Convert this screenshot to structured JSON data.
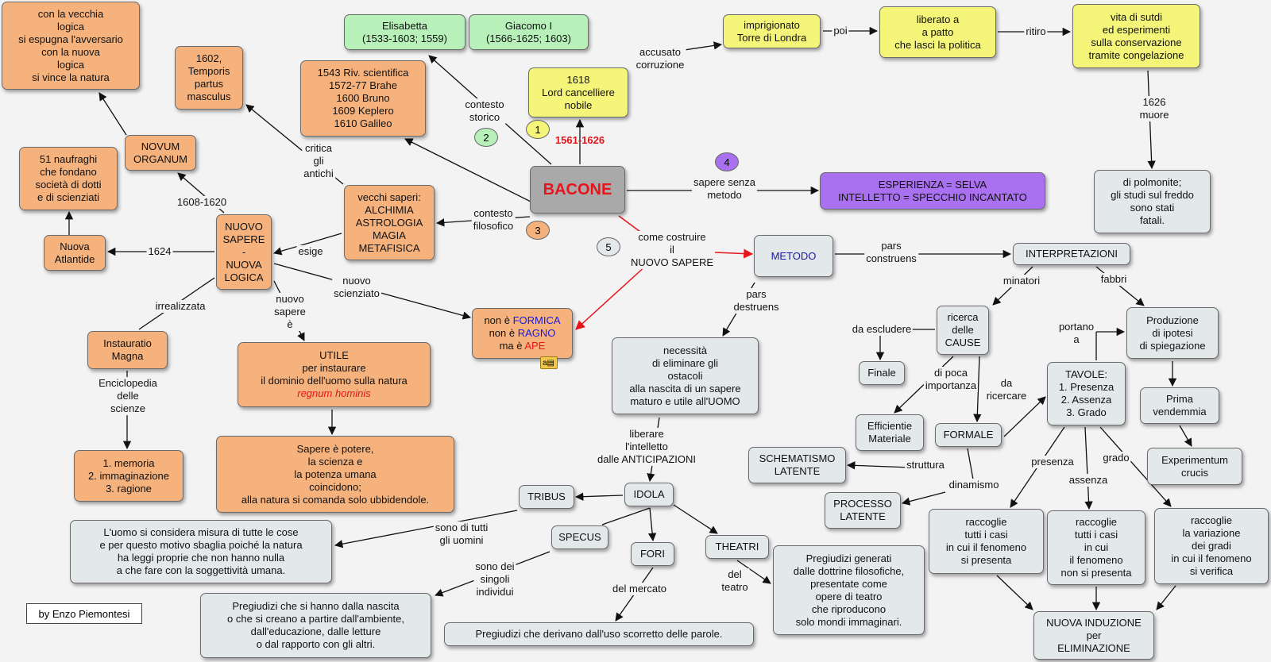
{
  "nodes": {
    "bacone": "BACONE",
    "elisabetta": "Elisabetta\n(1533-1603; 1559)",
    "giacomo": "Giacomo I\n(1566-1625; 1603)",
    "lord": "1618\nLord cancelliere\nnobile",
    "imprigionato": "imprigionato\nTorre di Londra",
    "liberato": "liberato a\na patto\nche lasci la politica",
    "vita": "vita di sutdi\ned esperimenti\nsulla conservazione\ntramite congelazione",
    "polmonite": "di polmonite;\ngli studi sul freddo\nsono stati\nfatali.",
    "esperienza": "ESPERIENZA = SELVA\nINTELLETTO = SPECCHIO INCANTATO",
    "vecchia_logica": "con la vecchia\nlogica\nsi espugna l'avversario\ncon la nuova\nlogica\nsi vince la natura",
    "temporis": "1602,\nTemporis\npartus\nmasculus",
    "riv_scientifica": "1543 Riv. scientifica\n1572-77 Brahe\n1600 Bruno\n1609 Keplero\n1610 Galileo",
    "novum": "NOVUM\nORGANUM",
    "naufraghi": "51 naufraghi\nche fondano\nsocietà di dotti\ne di scienziati",
    "atlantide": "Nuova\nAtlantide",
    "nuovo_sapere": "NUOVO\nSAPERE\n-\nNUOVA\nLOGICA",
    "vecchi_saperi": "vecchi saperi:\nALCHIMIA\nASTROLOGIA\nMAGIA\nMETAFISICA",
    "instauratio": "Instauratio\nMagna",
    "memoria": "1. memoria\n2. immaginazione\n3. ragione",
    "utile_a": "UTILE\nper instaurare\nil dominio dell'uomo sulla natura",
    "utile_b": "regnum hominis",
    "sapere_potere": "Sapere è potere,\nla scienza e\nla potenza umana\ncoincidono;\nalla natura si comanda solo ubbidendole.",
    "ape": {
      "l1a": "non è ",
      "l1b": "FORMICA",
      "l2a": "non è ",
      "l2b": "RAGNO",
      "l3a": "ma è ",
      "l3b": "APE"
    },
    "metodo": "METODO",
    "interpretazioni": "INTERPRETAZIONI",
    "necessita": "necessità\ndi eliminare gli\nostacoli\nalla nascita di un sapere\nmaturo e utile all'UOMO",
    "ricerca": "ricerca\ndelle\nCAUSE",
    "produzione": "Produzione\ndi ipotesi\ndi spiegazione",
    "finale": "Finale",
    "efficiente": "Efficientie\nMateriale",
    "formale": "FORMALE",
    "tavole": "TAVOLE:\n1. Presenza\n2. Assenza\n3. Grado",
    "vendemmia": "Prima\nvendemmia",
    "experimentum": "Experimentum\ncrucis",
    "schematismo": "SCHEMATISMO\nLATENTE",
    "processo": "PROCESSO\nLATENTE",
    "idola": "IDOLA",
    "tribus": "TRIBUS",
    "specus": "SPECUS",
    "fori": "FORI",
    "theatri": "THEATRI",
    "uomo_misura": "L'uomo si considera misura di tutte le cose\ne per questo motivo sbaglia poiché la natura\nha leggi proprie che non hanno nulla\na che fare con la soggettività umana.",
    "pregiudizi_nascita": "Pregiudizi che si hanno dalla nascita\no che si creano a partire dall'ambiente,\ndall'educazione, dalle letture\no dal rapporto con gli altri.",
    "pregiudizi_parole": "Pregiudizi che derivano dall'uso scorretto delle parole.",
    "pregiudizi_dottrine": "Pregiudizi generati\ndalle dottrine filosofiche,\npresentate come\nopere di teatro\nche riproducono\nsolo mondi immaginari.",
    "presenza_box": "raccoglie\ntutti i casi\nin cui il fenomeno\nsi presenta",
    "assenza_box": "raccoglie\ntutti i casi\nin cui\nil fenomeno\nnon si presenta",
    "grado_box": "raccoglie\nla variazione\ndei gradi\nin cui il fenomeno\nsi verifica",
    "induzione": "NUOVA INDUZIONE\nper\nELIMINAZIONE"
  },
  "labels": {
    "anni": "1561-1626",
    "accusato": "accusato\ncorruzione",
    "poi": "poi",
    "ritiro": "ritiro",
    "muore": "1626\nmuore",
    "sapere_senza": "sapere senza\nmetodo",
    "contesto_storico": "contesto\nstorico",
    "contesto_filosofico": "contesto\nfilosofico",
    "critica": "critica\ngli\nantichi",
    "esige": "esige",
    "come_costruire": "come costruire\nil\nNUOVO SAPERE",
    "anni_organum": "1608-1620",
    "anno_atlantide": "1624",
    "irrealizzata": "irrealizzata",
    "enciclopedia": "Enciclopedia\ndelle\nscienze",
    "nuovo_sapere_e": "nuovo\nsapere\nè",
    "nuovo_scienziato": "nuovo\nscienziato",
    "pars_construens": "pars\nconstruens",
    "pars_destruens": "pars\ndestruens",
    "minatori": "minatori",
    "fabbri": "fabbri",
    "da_escludere": "da escludere",
    "di_poca": "di poca\nimportanza",
    "da_ricercare": "da\nricercare",
    "portano": "portano\na",
    "struttura": "struttura",
    "dinamismo": "dinamismo",
    "liberare": "liberare\nl'intelletto\ndalle ANTICIPAZIONI",
    "sono_tutti": "sono di tutti\ngli uomini",
    "sono_singoli": "sono dei\nsingoli\nindividui",
    "del_mercato": "del mercato",
    "del_teatro": "del\nteatro",
    "presenza": "presenza",
    "assenza": "assenza",
    "grado": "grado"
  },
  "badges": [
    "1",
    "2",
    "3",
    "4",
    "5"
  ],
  "colors": {
    "orange": "#f6b27d",
    "grey": "#e3e8ea",
    "yellow": "#f5f57a",
    "green": "#b8f0ba",
    "purple": "#a970f0",
    "bacone": "#a9a9a9",
    "red": "#e6141b",
    "blue": "#1a18e0"
  },
  "attachment_icon": "attachment-icon",
  "credit": "by Enzo Piemontesi"
}
